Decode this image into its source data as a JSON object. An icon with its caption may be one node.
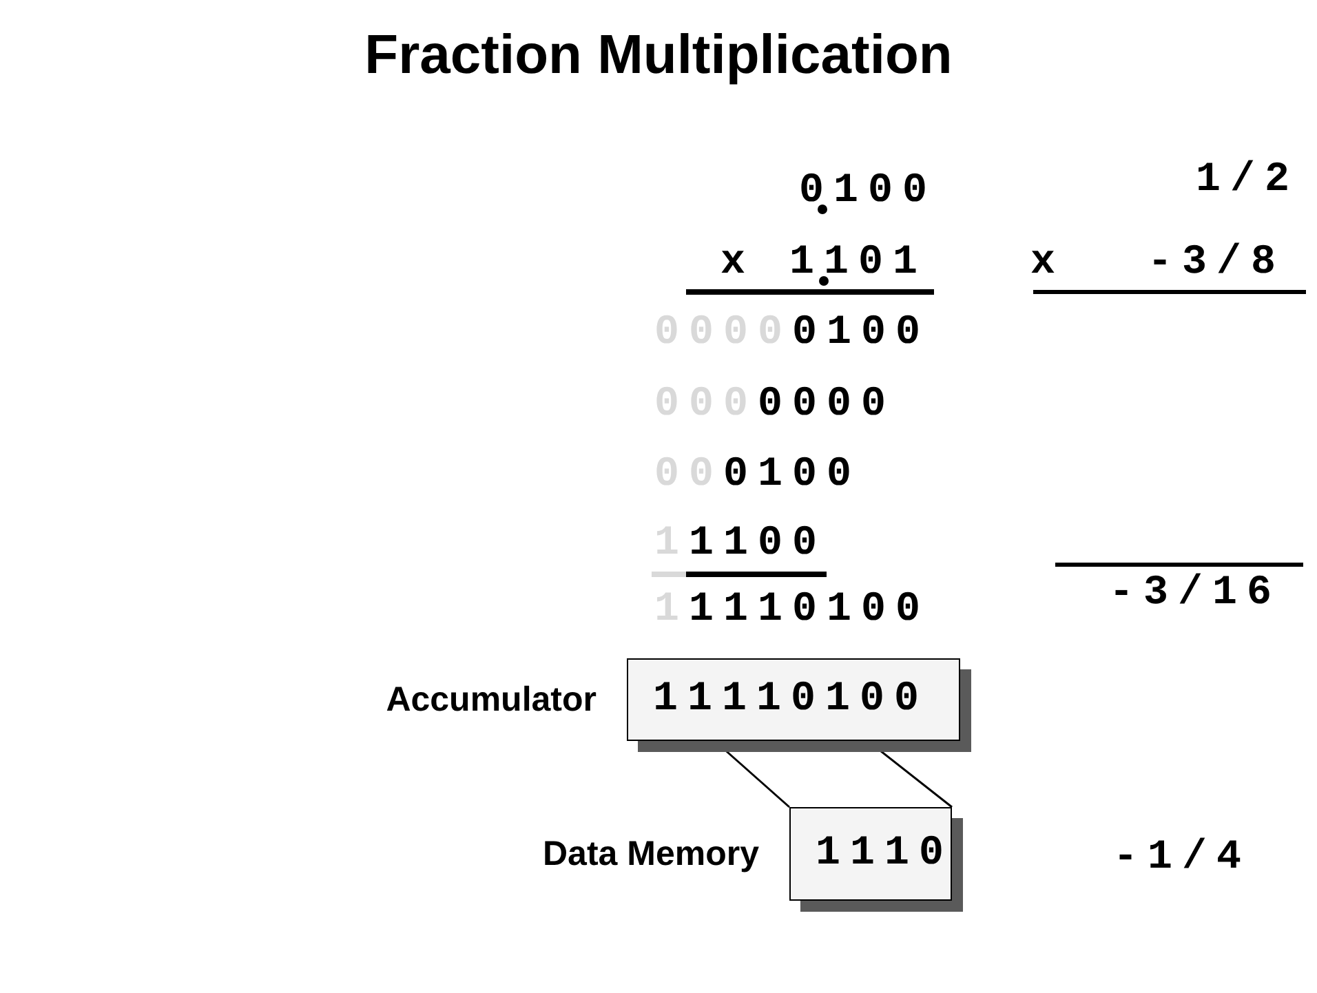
{
  "diagram": {
    "title": "Fraction Multiplication",
    "nodes": [
      {
        "text": [
          "11110100"
        ],
        "beside": [
          "Accumulator"
        ]
      },
      {
        "text": [
          "1110"
        ],
        "beside": [
          "Data Memory"
        ]
      }
    ],
    "edges": [
      {
        "from": 0,
        "to": 1,
        "arrow": "none"
      },
      {
        "from": 0,
        "to": 1,
        "arrow": "none"
      }
    ],
    "labels": [
      "0100",
      "1/2",
      "x 1101",
      "x",
      "-3/8",
      "0000",
      "0100",
      "000",
      "0000",
      "00",
      "0100",
      "1",
      "1100",
      "1",
      "1110100",
      "-3/16",
      "-1/4"
    ]
  }
}
